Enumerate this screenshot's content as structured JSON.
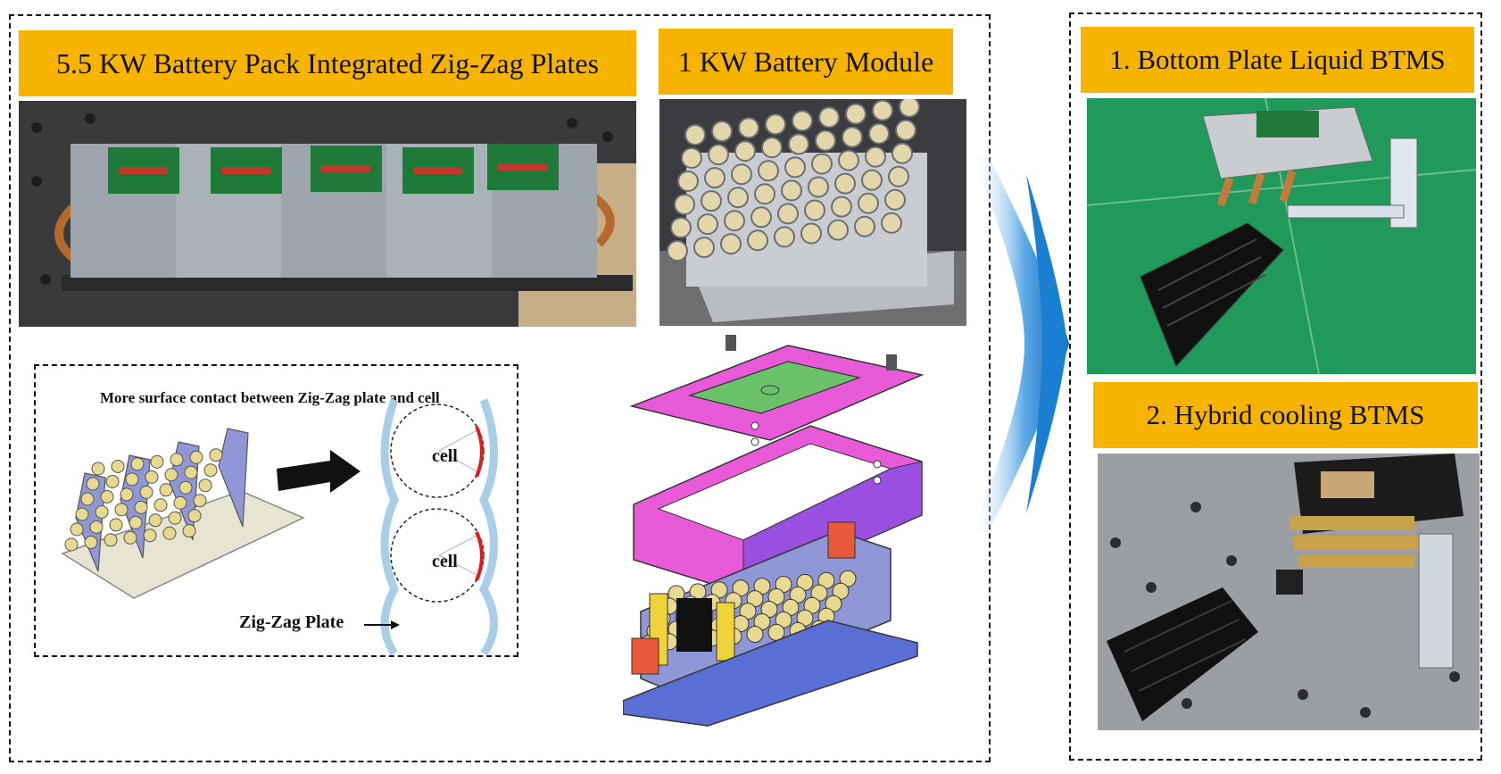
{
  "left_panel": {
    "pack_banner": "5.5 KW Battery Pack Integrated Zig-Zag Plates",
    "module_banner": "1 KW Battery Module",
    "inset": {
      "title": "More surface contact between Zig-Zag plate and cell",
      "cell_top": "cell",
      "cell_bottom": "cell",
      "plate_label": "Zig-Zag Plate"
    }
  },
  "right_panel": {
    "banner_1": "1. Bottom Plate Liquid BTMS",
    "banner_2": "2. Hybrid  cooling BTMS"
  },
  "colors": {
    "banner": "#f6b400",
    "arrow": "#1a7fd1",
    "lid": "#e85ad8",
    "pcb": "#6cc26a",
    "frame_wall": "#9b4fe0",
    "base": "#5a6fd6",
    "zigzag_plate": "#a9cfe8",
    "contact": "#e01b1b",
    "cell_cap": "#e7d98f"
  },
  "icons": {
    "flow_arrow": "right-chevron-arrow-icon",
    "inset_arrow": "right-arrow-icon"
  }
}
